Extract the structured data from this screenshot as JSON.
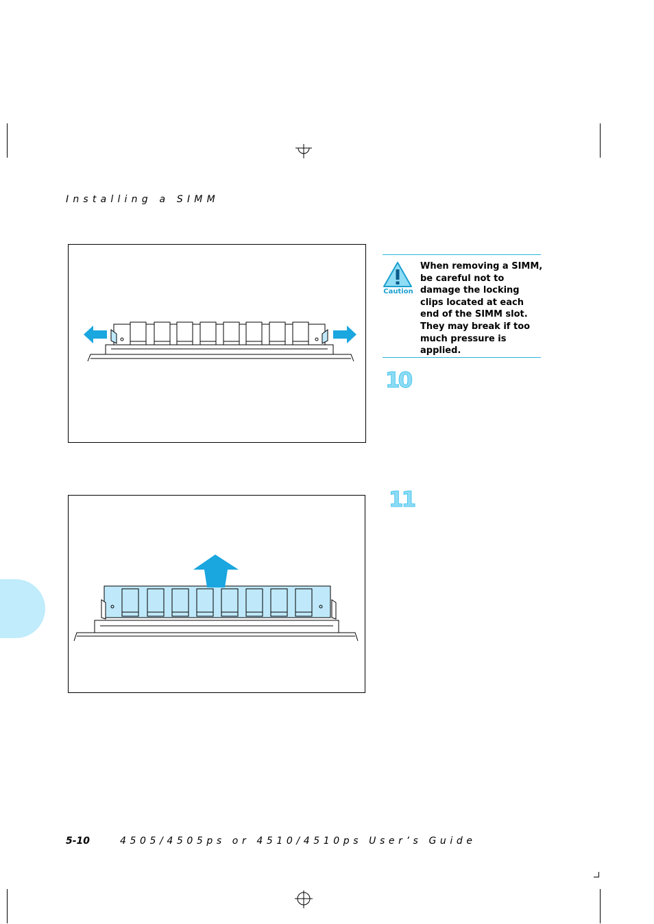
{
  "header": {
    "title": "Installing a SIMM"
  },
  "caution": {
    "label": "Caution",
    "text": "When removing a SIMM, be careful not to damage the locking clips located at each end of the SIMM slot. They may break if too much pressure is applied."
  },
  "steps": [
    {
      "number": "10"
    },
    {
      "number": "11"
    }
  ],
  "footer": {
    "page_number": "5-10",
    "guide_title": "4505/4505ps or 4510/4510ps User’s Guide"
  },
  "colors": {
    "accent": "#29b6d8",
    "arrow": "#1aa6df",
    "simm_fill": "#bfe9fa",
    "side_tab": "#c0ecfb"
  }
}
